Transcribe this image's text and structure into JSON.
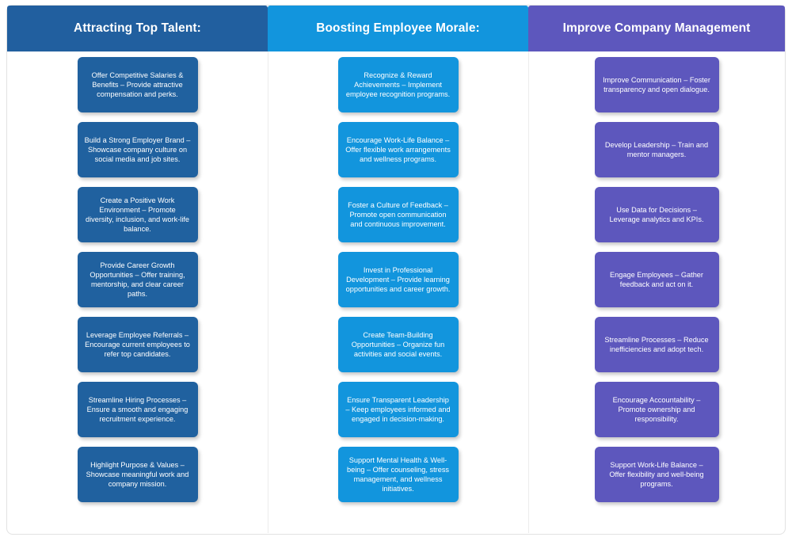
{
  "columns": [
    {
      "header": "Attracting Top Talent:",
      "header_color": "#215f9f",
      "card_color": "#20619f",
      "cards": [
        "Offer Competitive Salaries & Benefits – Provide attractive compensation and perks.",
        "Build a Strong Employer Brand – Showcase company culture on social media and job sites.",
        "Create a Positive Work Environment – Promote diversity, inclusion, and work-life balance.",
        "Provide Career Growth Opportunities – Offer training, mentorship, and clear career paths.",
        "Leverage Employee Referrals – Encourage current employees to refer top candidates.",
        "Streamline Hiring Processes – Ensure a smooth and engaging recruitment experience.",
        "Highlight Purpose & Values – Showcase meaningful work and company mission."
      ]
    },
    {
      "header": "Boosting Employee Morale:",
      "header_color": "#1295dd",
      "card_color": "#1295dd",
      "cards": [
        "Recognize & Reward Achievements – Implement employee recognition programs.",
        "Encourage Work-Life Balance – Offer flexible work arrangements and wellness programs.",
        "Foster a Culture of Feedback – Promote open communication and continuous improvement.",
        "Invest in Professional Development – Provide learning opportunities and career growth.",
        "Create Team-Building Opportunities – Organize fun activities and social events.",
        "Ensure Transparent Leadership – Keep employees informed and engaged in decision-making.",
        "Support Mental Health & Well-being – Offer counseling, stress management, and wellness initiatives."
      ]
    },
    {
      "header": "Improve Company Management",
      "header_color": "#5d57bd",
      "card_color": "#5d57bd",
      "cards": [
        "Improve Communication – Foster transparency and open dialogue.",
        "Develop Leadership – Train and mentor managers.",
        "Use Data for Decisions – Leverage analytics and KPIs.",
        "Engage Employees – Gather feedback and act on it.",
        "Streamline Processes – Reduce inefficiencies and adopt tech.",
        "Encourage Accountability – Promote ownership and responsibility.",
        "Support Work-Life Balance – Offer flexibility and well-being programs."
      ]
    }
  ]
}
